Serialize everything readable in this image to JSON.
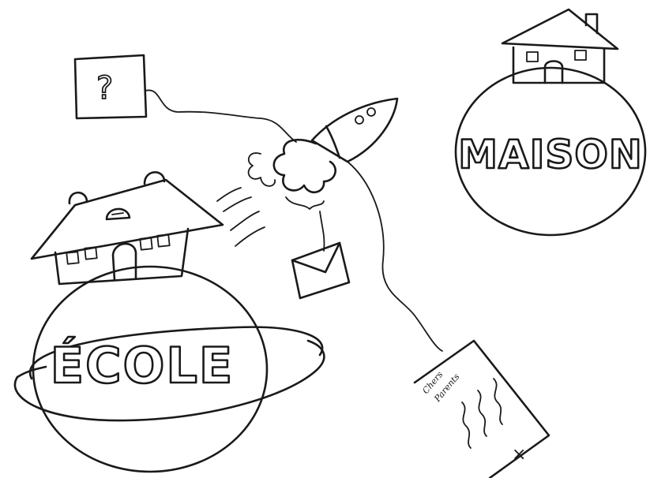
{
  "labels": {
    "school": "ÉCOLE",
    "home": "MAISON",
    "question": "?",
    "card_line_1": "Chers",
    "card_line_2": "Parents",
    "card_mark": "×"
  },
  "colors": {
    "ink": "#1a1a1a",
    "paper": "#ffffff"
  }
}
